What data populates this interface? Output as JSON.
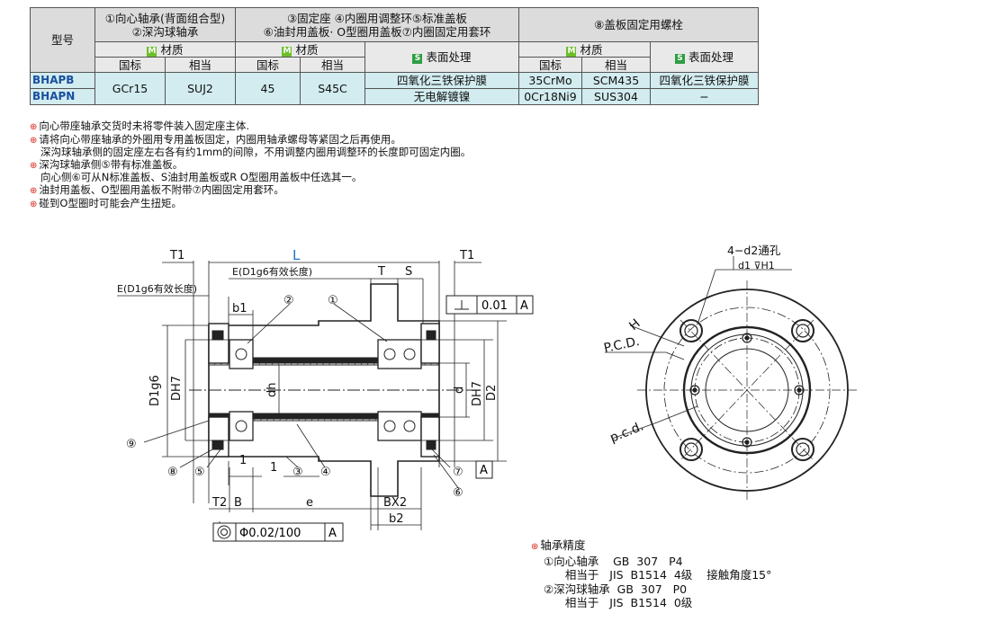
{
  "table": {
    "col_model": "型号",
    "group1": "①向心轴承(背面组合型)\n②深沟球轴承",
    "group2": "③固定座 ④内圈用调整环⑤标准盖板\n⑥油封用盖板· O型圈用盖板⑦内圈固定用套环",
    "group3": "⑧盖板固定用螺栓",
    "m_badge": "M",
    "s_badge": "S",
    "material": "材质",
    "surface": "表面处理",
    "std": "国标",
    "equiv": "相当",
    "rows": [
      {
        "model": "BHAPB",
        "m1": "GCr15",
        "e1": "SUJ2",
        "m2": "45",
        "e2": "S45C",
        "surf": "四氧化三铁保护膜",
        "m3": "35CrMo",
        "e3": "SCM435",
        "surf3": "四氧化三铁保护膜"
      },
      {
        "model": "BHAPN",
        "surf": "无电解镀镍",
        "m3": "0Cr18Ni9",
        "e3": "SUS304",
        "surf3": "−"
      }
    ]
  },
  "notes": [
    {
      "mark": "⊕",
      "text": "向心带座轴承交货时未将零件装入固定座主体.",
      "indent": false
    },
    {
      "mark": "⊕",
      "text": "请将向心带座轴承的外圈用专用盖板固定，内圈用轴承螺母等紧固之后再使用。",
      "indent": false
    },
    {
      "mark": "",
      "text": "深沟球轴承侧的固定座左右各有约1mm的间隙，不用调整内圈用调整环的长度即可固定内圈。",
      "indent": true
    },
    {
      "mark": "⊕",
      "text": "深沟球轴承侧⑤带有标准盖板。",
      "indent": false
    },
    {
      "mark": "",
      "text": "向心侧⑥可从N标准盖板、S油封用盖板或R O型圈用盖板中任选其一。",
      "indent": true
    },
    {
      "mark": "⊕",
      "text": "油封用盖板、O型圈用盖板不附带⑦内圈固定用套环。",
      "indent": false
    },
    {
      "mark": "⊕",
      "text": "碰到O型圈时可能会产生扭矩。",
      "indent": false
    }
  ],
  "precision": {
    "mark": "⊕",
    "title": "轴承精度",
    "lines": [
      "①向心轴承    GB  307   P4",
      "      相当于   JIS  B1514  4级    接触角度15°",
      "②深沟球轴承  GB  307   P0",
      "      相当于   JIS  B1514  0级"
    ]
  },
  "drawing": {
    "T1": "T1",
    "L": "L",
    "E_inner": "E(D1g6有效长度)",
    "E_outer": "E(D1g6有效长度)",
    "T": "T",
    "S": "S",
    "b1": "b1",
    "n1": "①",
    "n2": "②",
    "n3": "③",
    "n4": "④",
    "n5": "⑤",
    "n6": "⑥",
    "n7": "⑦",
    "n8": "⑧",
    "n9": "⑨",
    "tol_perp": "0.01",
    "datumA": "A",
    "D1g6": "D1g6",
    "DH7": "DH7",
    "dh": "dh",
    "d": "d",
    "D2": "D2",
    "one_a": "1",
    "one_b": "1",
    "T2": "T2",
    "B": "B",
    "e": "e",
    "BX2": "BX2",
    "b2": "b2",
    "concentric": "Φ0.02/100",
    "holes": "4−d2通孔",
    "d1H1": "d1 ⊽H1",
    "H": "H",
    "PCD": "P.C.D.",
    "pcd": "p.c.d."
  }
}
